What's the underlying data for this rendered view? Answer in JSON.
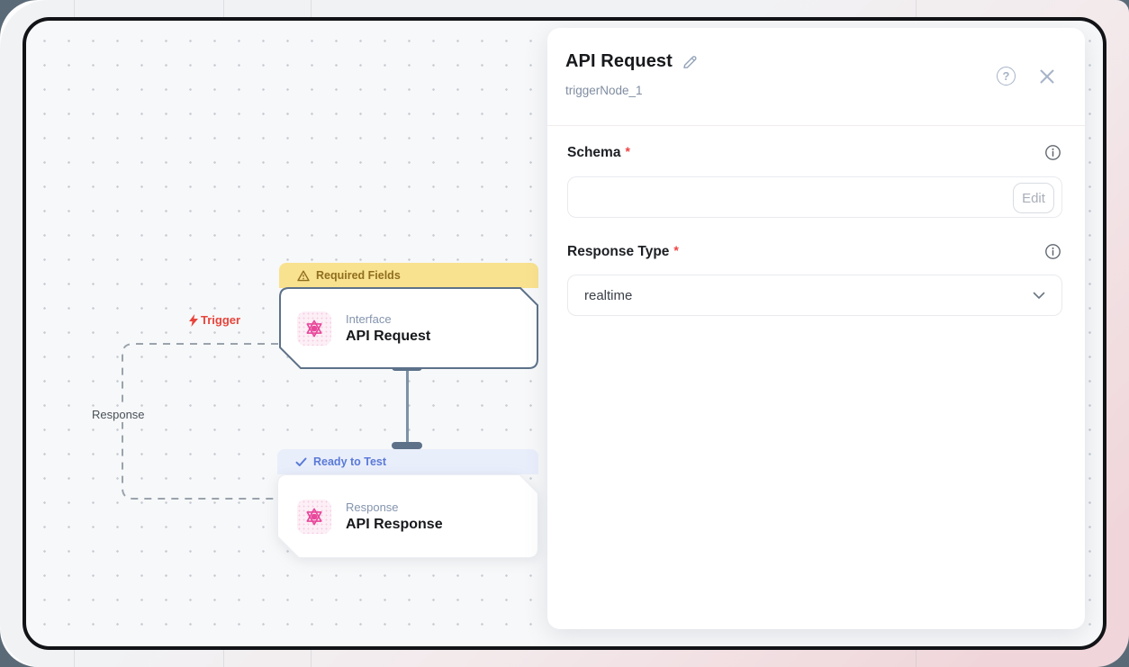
{
  "panel": {
    "title": "API Request",
    "subtitle": "triggerNode_1",
    "help_glyph": "?",
    "fields": {
      "schema": {
        "label": "Schema",
        "required_mark": "*",
        "edit_button": "Edit"
      },
      "response_type": {
        "label": "Response Type",
        "required_mark": "*",
        "value": "realtime"
      }
    }
  },
  "canvas": {
    "nodes": [
      {
        "status_banner": "Required Fields",
        "category": "Interface",
        "title": "API Request"
      },
      {
        "status_banner": "Ready to Test",
        "category": "Response",
        "title": "API Response"
      }
    ],
    "edge_labels": {
      "trigger": "Trigger",
      "response": "Response"
    }
  },
  "colors": {
    "warning_banner_bg": "#f9e28f",
    "warning_banner_text": "#8f6e1f",
    "ready_banner_bg": "#e9eefb",
    "ready_banner_text": "#5a7ad7",
    "node_accent_pink": "#e8489b",
    "selected_node_border": "#5d7189",
    "trigger_red": "#e8443c",
    "frame_border": "#121316",
    "canvas_bg": "#f7f8f9",
    "backdrop_pink": "#f0d6da"
  }
}
